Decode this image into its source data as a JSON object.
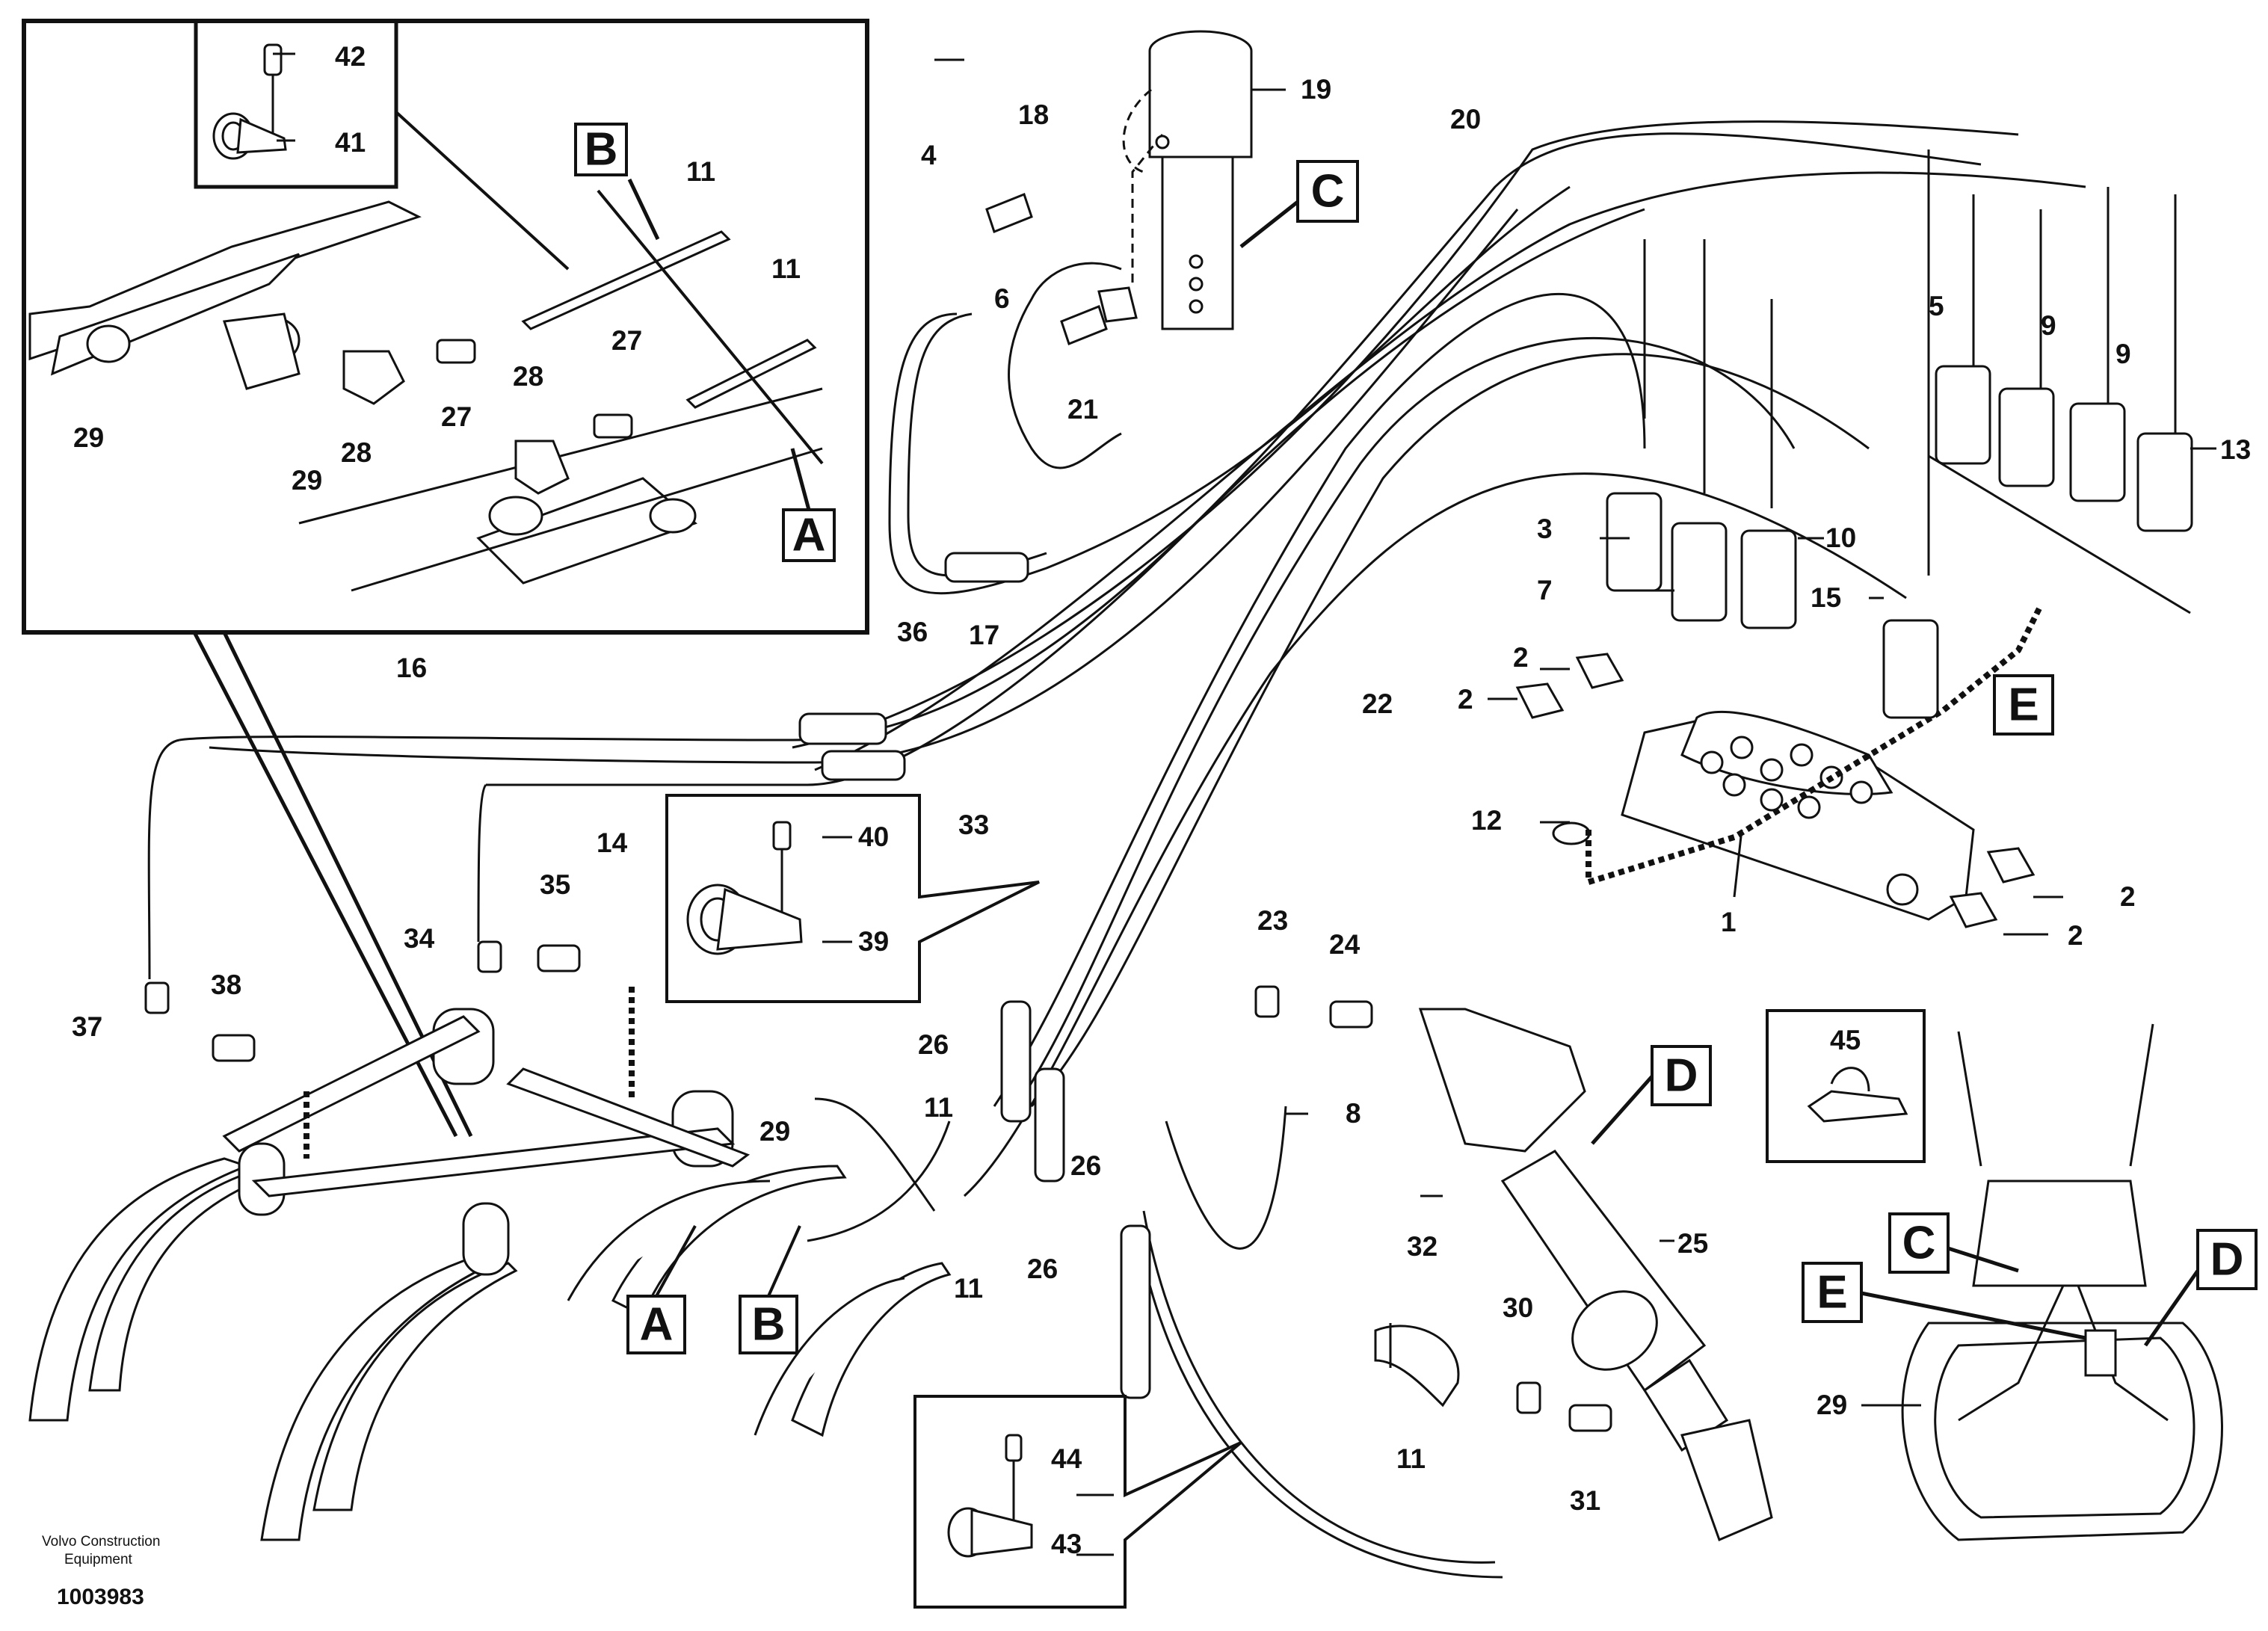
{
  "figure": {
    "publisher_line1": "Volvo Construction",
    "publisher_line2": "Equipment",
    "drawing_number": "1003983"
  },
  "detail_letters": [
    "A",
    "B",
    "C",
    "D",
    "E"
  ],
  "callouts": {
    "c1": "1",
    "c2a": "2",
    "c2b": "2",
    "c2c": "2",
    "c2d": "2",
    "c3": "3",
    "c4": "4",
    "c5": "5",
    "c6": "6",
    "c7": "7",
    "c8": "8",
    "c9a": "9",
    "c9b": "9",
    "c10": "10",
    "c11a": "11",
    "c11b": "11",
    "c11c": "11",
    "c11d": "11",
    "c11e": "11",
    "c12": "12",
    "c13": "13",
    "c14": "14",
    "c15": "15",
    "c16": "16",
    "c17": "17",
    "c18": "18",
    "c19": "19",
    "c20": "20",
    "c21": "21",
    "c22": "22",
    "c23": "23",
    "c24": "24",
    "c25": "25",
    "c26a": "26",
    "c26b": "26",
    "c26c": "26",
    "c27a": "27",
    "c27b": "27",
    "c28a": "28",
    "c28b": "28",
    "c29a": "29",
    "c29b": "29",
    "c29c": "29",
    "c29d": "29",
    "c30": "30",
    "c31": "31",
    "c32": "32",
    "c33": "33",
    "c34": "34",
    "c35": "35",
    "c36": "36",
    "c37": "37",
    "c38": "38",
    "c39": "39",
    "c40": "40",
    "c41": "41",
    "c42": "42",
    "c43": "43",
    "c44": "44",
    "c45": "45"
  }
}
